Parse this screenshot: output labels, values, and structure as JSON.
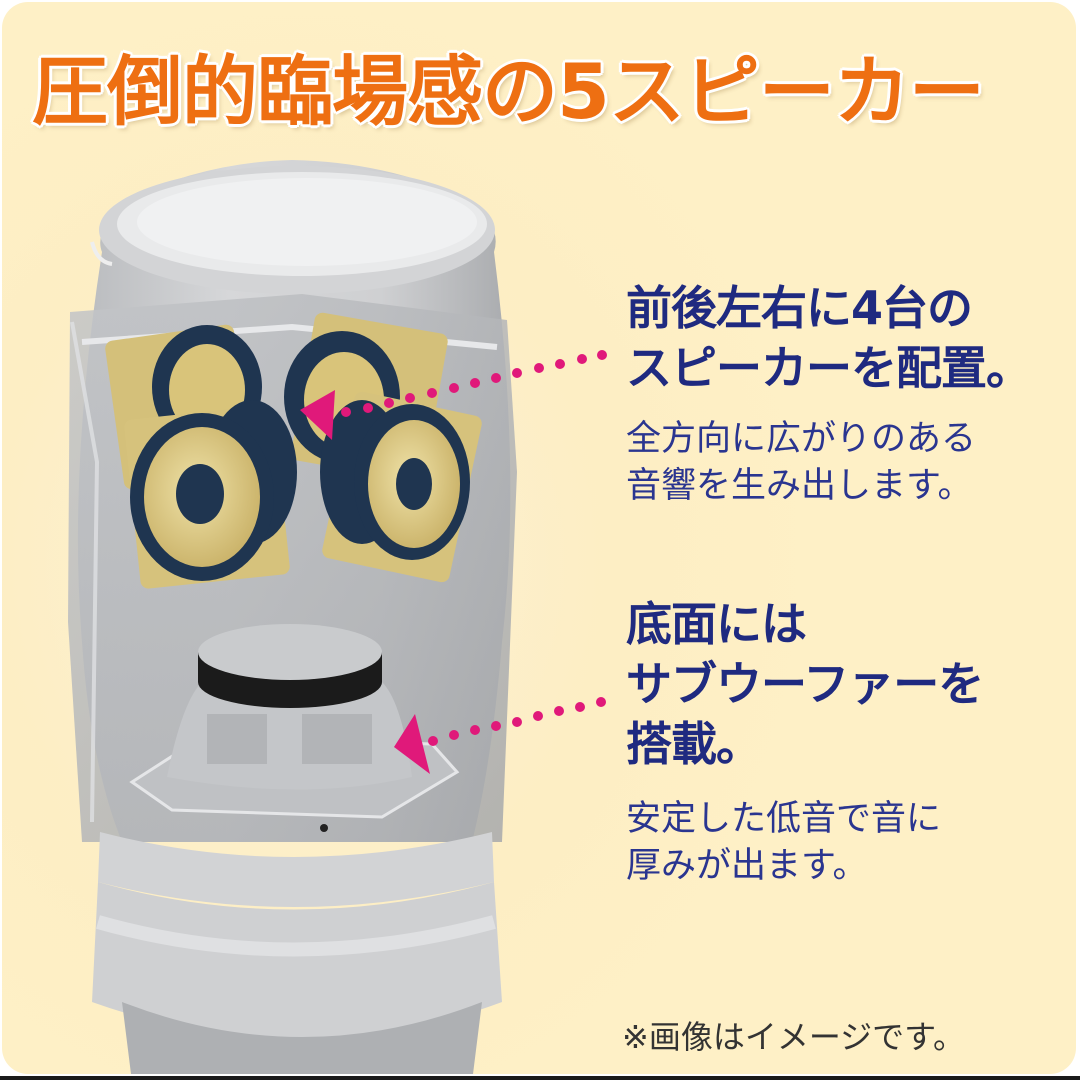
{
  "title": "圧倒的臨場感の5スピーカー",
  "callouts": [
    {
      "heading_line1": "前後左右に4台の",
      "heading_line2": "スピーカーを配置。",
      "body_line1": "全方向に広がりのある",
      "body_line2": "音響を生み出します。"
    },
    {
      "heading_line1": "底面には",
      "heading_line2": "サブウーファーを",
      "heading_line3": "搭載。",
      "body_line1": "安定した低音で音に",
      "body_line2": "厚みが出ます。"
    }
  ],
  "note": "※画像はイメージです。",
  "illustration": {
    "subject": "speaker-cutaway",
    "speaker_count": 5,
    "satellite_speakers": 4,
    "subwoofers": 1
  },
  "colors": {
    "background": "#fdeec4",
    "title": "#ee6f12",
    "heading": "#1f2a80",
    "pointer": "#e0197a",
    "body_gray": "#c9cacc",
    "driver_gold": "#d9c47a",
    "driver_navy": "#1f3550"
  }
}
